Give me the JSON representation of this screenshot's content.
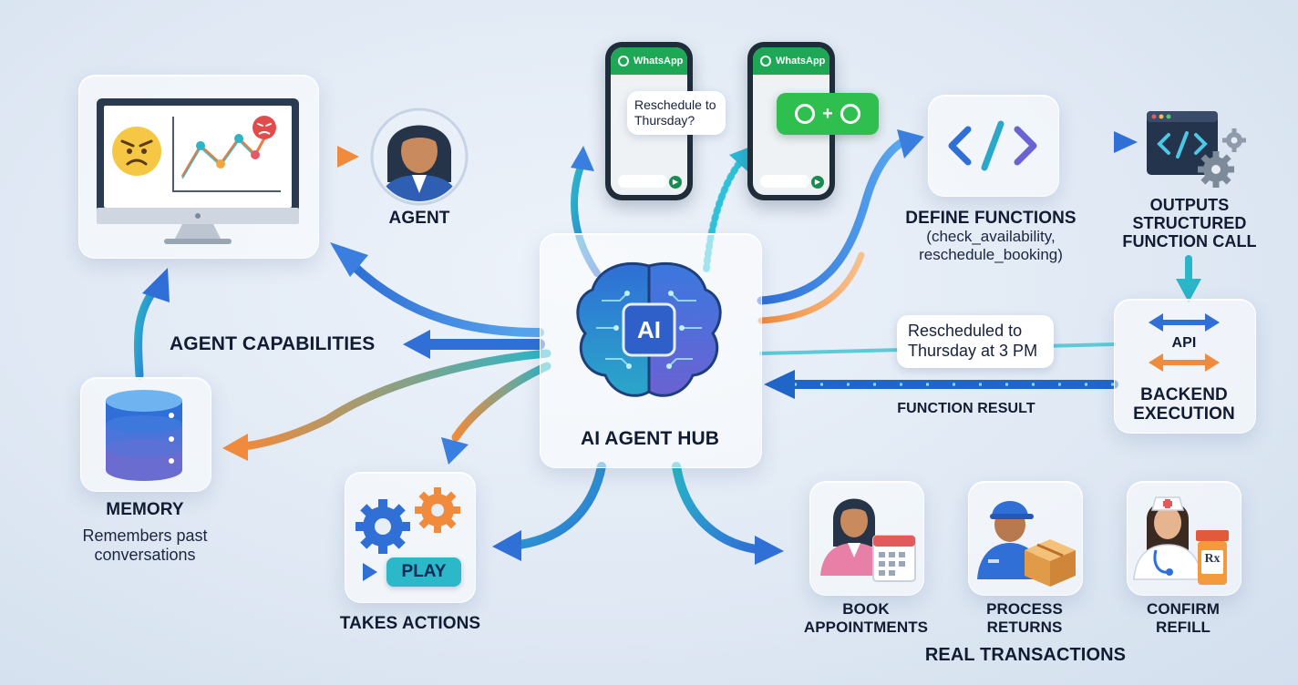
{
  "hub": {
    "title": "AI AGENT HUB",
    "brain_text": "AI"
  },
  "agent": {
    "label": "AGENT"
  },
  "capabilities": {
    "label": "AGENT CAPABILITIES"
  },
  "memory": {
    "title": "MEMORY",
    "desc_line1": "Remembers past",
    "desc_line2": "conversations"
  },
  "actions": {
    "title": "TAKES ACTIONS",
    "play_label": "PLAY"
  },
  "whatsapp": {
    "app_name": "WhatsApp",
    "message": "Reschedule to Thursday?",
    "plus": "+"
  },
  "define": {
    "title": "DEFINE FUNCTIONS",
    "sub_line1": "(check_availability,",
    "sub_line2": "reschedule_booking)"
  },
  "outputs": {
    "line1": "OUTPUTS",
    "line2": "STRUCTURED",
    "line3": "FUNCTION CALL"
  },
  "backend": {
    "api_label": "API",
    "line1": "BACKEND",
    "line2": "EXECUTION"
  },
  "result": {
    "bubble_line1": "Rescheduled to",
    "bubble_line2": "Thursday at 3 PM",
    "label": "FUNCTION RESULT"
  },
  "transactions": {
    "title": "REAL TRANSACTIONS",
    "items": [
      {
        "line1": "BOOK",
        "line2": "APPOINTMENTS"
      },
      {
        "line1": "PROCESS",
        "line2": "RETURNS"
      },
      {
        "line1": "CONFIRM",
        "line2": "REFILL"
      }
    ],
    "rx_label": "Rx"
  },
  "colors": {
    "blue": "#2f6fd6",
    "teal": "#29b6c8",
    "orange": "#f08a3c",
    "navy": "#1e3f7a"
  }
}
